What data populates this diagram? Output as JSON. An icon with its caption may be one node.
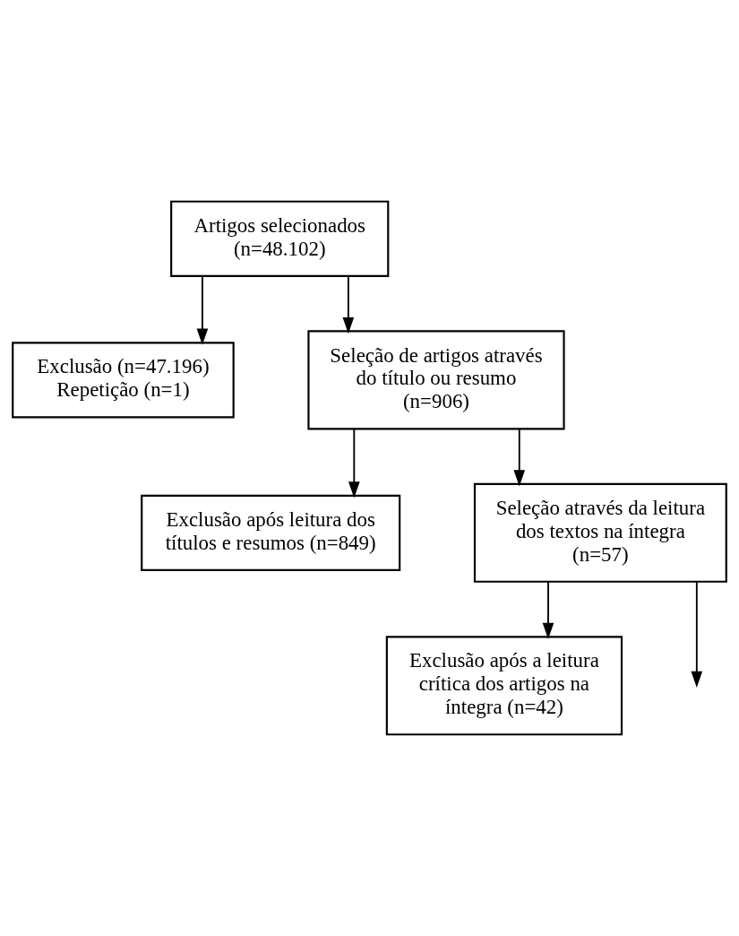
{
  "diagram": {
    "nodes": [
      {
        "text": [
          "Artigos selecionados (n=48.102)"
        ]
      },
      {
        "text": [
          "Exclusão (n=47.196)",
          "Repetição (n=1)"
        ]
      },
      {
        "text": [
          "Seleção de artigos através do título ou resumo (n=906)"
        ]
      },
      {
        "text": [
          "Exclusão após leitura dos títulos e resumos (n=849)"
        ]
      },
      {
        "text": [
          "Seleção através da leitura dos textos na íntegra (n=57)"
        ]
      },
      {
        "text": [
          "Exclusão após a leitura crítica dos artigos na íntegra (n=42)"
        ]
      }
    ],
    "edges": [
      {
        "from": 0,
        "to": 1,
        "arrow": "to"
      },
      {
        "from": 0,
        "to": 2,
        "arrow": "to"
      },
      {
        "from": 2,
        "to": 3,
        "arrow": "to"
      },
      {
        "from": 2,
        "to": 4,
        "arrow": "to"
      },
      {
        "from": 4,
        "to": 5,
        "arrow": "to"
      },
      {
        "from": 4,
        "to": null,
        "arrow": "to"
      }
    ]
  }
}
